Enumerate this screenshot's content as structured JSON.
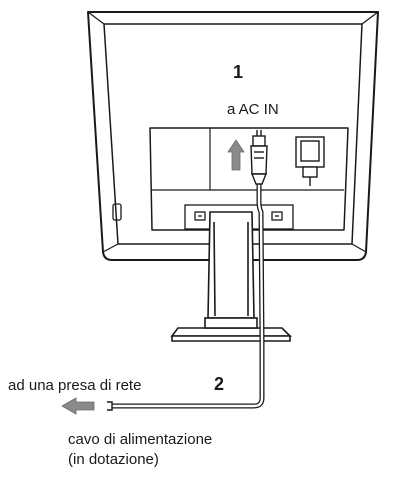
{
  "callouts": {
    "step1_number": "1",
    "step1_label": "a AC IN",
    "step2_number": "2",
    "step2_label": "ad una presa di rete",
    "cable_label_line1": "cavo di alimentazione",
    "cable_label_line2": "(in dotazione)"
  },
  "icons": {
    "monitor": "monitor-rear-icon",
    "plug": "power-plug-icon",
    "up_arrow": "up-arrow-icon",
    "left_arrow": "left-arrow-icon",
    "video_connector": "video-connector-icon"
  },
  "colors": {
    "line": "#1a1a1a",
    "arrow_fill": "#8a8a8a",
    "panel_fill": "#ffffff"
  }
}
